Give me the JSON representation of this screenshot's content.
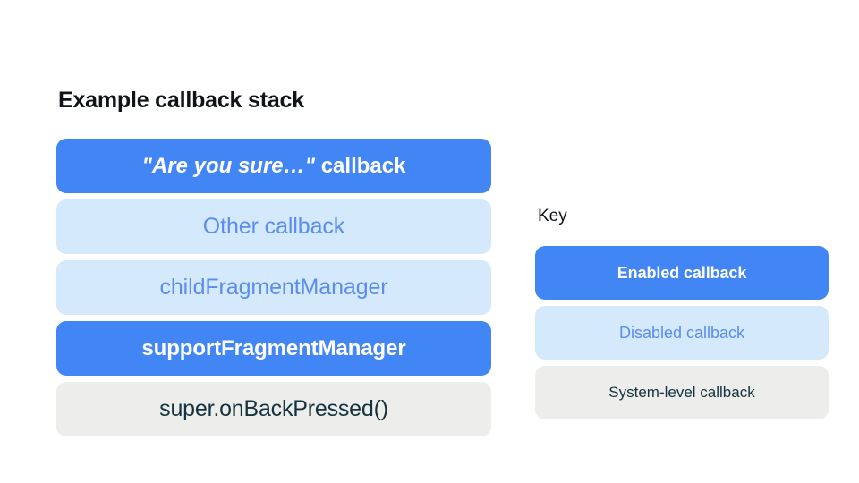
{
  "colors": {
    "background": "#FFFFFF",
    "enabled_fill": "#4285F4",
    "enabled_text": "#FFFFFF",
    "disabled_fill": "#D4E9FC",
    "disabled_text": "#5B8DEF",
    "system_fill": "#EDEDEC",
    "system_text": "#13343F",
    "heading_text": "#101418"
  },
  "stack": {
    "title": "Example callback stack",
    "cards": [
      {
        "label": "\"Are you sure…\" callback",
        "quoted_part": "\"Are you sure…\"",
        "plain_part": " callback",
        "state": "enabled"
      },
      {
        "label": "Other callback",
        "state": "disabled"
      },
      {
        "label": "childFragmentManager",
        "state": "disabled"
      },
      {
        "label": "supportFragmentManager",
        "state": "enabled"
      },
      {
        "label": "super.onBackPressed()",
        "state": "system"
      }
    ]
  },
  "key": {
    "title": "Key",
    "items": [
      {
        "label": "Enabled callback",
        "state": "enabled"
      },
      {
        "label": "Disabled callback",
        "state": "disabled"
      },
      {
        "label": "System-level callback",
        "state": "system"
      }
    ]
  }
}
